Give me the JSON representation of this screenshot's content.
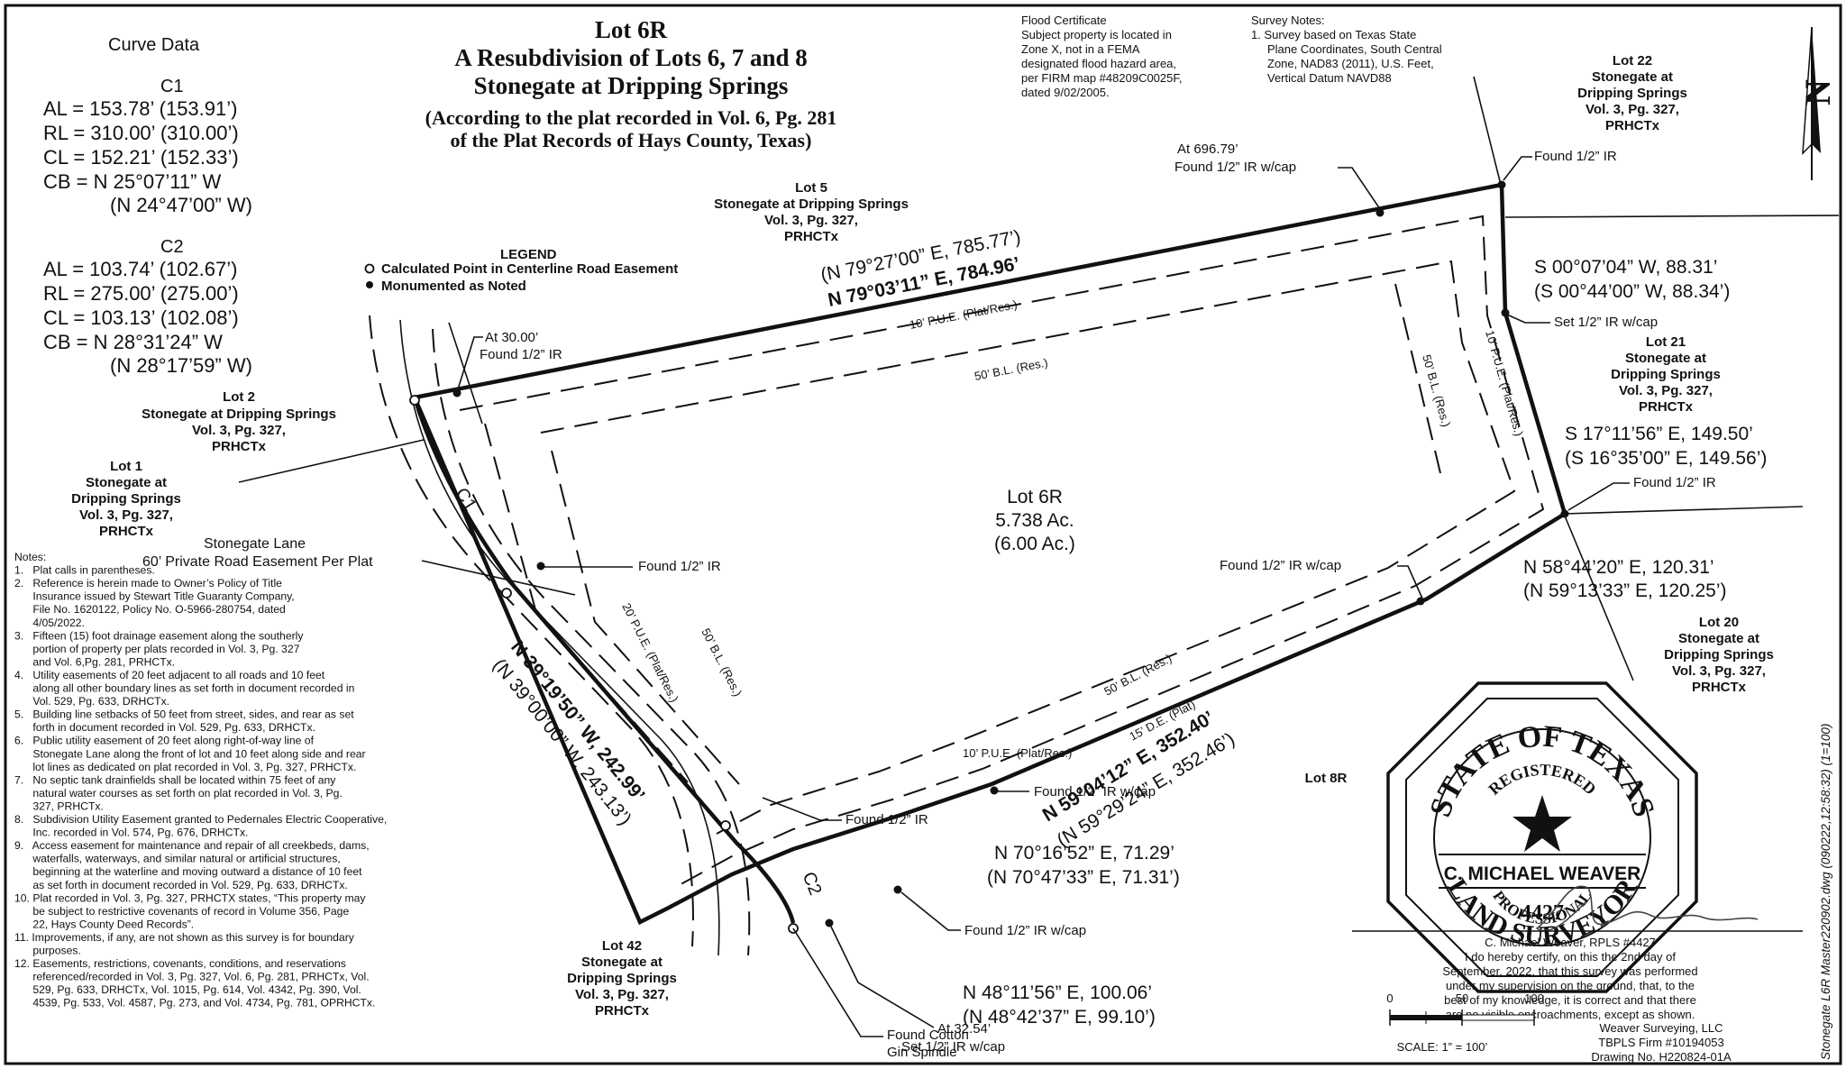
{
  "title": {
    "line1": "Lot 6R",
    "line2": "A Resubdivision of Lots 6, 7 and 8",
    "line3": "Stonegate at Dripping Springs",
    "line4": "(According to the plat recorded in Vol. 6, Pg. 281",
    "line5": "of the Plat Records of Hays County, Texas)"
  },
  "curve_data": {
    "heading": "Curve Data",
    "c1": {
      "name": "C1",
      "al": "AL = 153.78’ (153.91’)",
      "rl": "RL = 310.00’ (310.00’)",
      "cl": "CL = 152.21’ (152.33’)",
      "cb": "CB = N 25°07’11” W",
      "cb_plat": "(N 24°47’00” W)"
    },
    "c2": {
      "name": "C2",
      "al": "AL = 103.74’ (102.67’)",
      "rl": "RL = 275.00’ (275.00’)",
      "cl": "CL = 103.13’ (102.08’)",
      "cb": "CB = N 28°31’24” W",
      "cb_plat": "(N 28°17’59” W)"
    }
  },
  "legend": {
    "heading": "LEGEND",
    "calculated": "Calculated Point in Centerline Road Easement",
    "monumented": "Monumented as Noted"
  },
  "flood": {
    "l1": "Flood Certificate",
    "l2": "Subject property is located in",
    "l3": "Zone X, not in a FEMA",
    "l4": "designated flood hazard area,",
    "l5": "per FIRM map #48209C0025F,",
    "l6": "dated 9/02/2005."
  },
  "survey_notes": {
    "l1": "Survey Notes:",
    "l2": "1. Survey based on Texas State",
    "l3": "Plane Coordinates, South Central",
    "l4": "Zone, NAD83 (2011), U.S. Feet,",
    "l5": "Vertical Datum NAVD88"
  },
  "lots": {
    "lot22": [
      "Lot 22",
      "Stonegate at",
      "Dripping Springs",
      "Vol. 3, Pg. 327,",
      "PRHCTx"
    ],
    "lot21": [
      "Lot 21",
      "Stonegate at",
      "Dripping Springs",
      "Vol. 3, Pg. 327,",
      "PRHCTx"
    ],
    "lot20": [
      "Lot 20",
      "Stonegate at",
      "Dripping Springs",
      "Vol. 3, Pg. 327,",
      "PRHCTx"
    ],
    "lot5": [
      "Lot 5",
      "Stonegate at Dripping Springs",
      "Vol. 3, Pg. 327,",
      "PRHCTx"
    ],
    "lot2": [
      "Lot 2",
      "Stonegate at Dripping Springs",
      "Vol. 3, Pg. 327,",
      "PRHCTx"
    ],
    "lot1": [
      "Lot 1",
      "Stonegate at",
      "Dripping Springs",
      "Vol. 3, Pg. 327,",
      "PRHCTx"
    ],
    "lot42": [
      "Lot 42",
      "Stonegate at",
      "Dripping Springs",
      "Vol. 3, Pg. 327,",
      "PRHCTx"
    ],
    "lot8r": "Lot 8R",
    "lot6r": [
      "Lot 6R",
      "5.738 Ac.",
      "(6.00 Ac.)"
    ]
  },
  "road": {
    "name": "Stonegate Lane",
    "easement": "60’ Private Road Easement Per Plat"
  },
  "bearings": {
    "north": "N 79°03’11” E,   784.96’",
    "north_plat": "(N 79°27’00” E,   785.77’)",
    "east1": "S 00°07’04” W,   88.31’",
    "east1_plat": "(S 00°44’00” W,   88.34’)",
    "east2": "S 17°11’56” E,   149.50’",
    "east2_plat": "(S 16°35’00” E,   149.56’)",
    "se1": "N 58°44’20” E,   120.31’",
    "se1_plat": "(N 59°13’33” E,   120.25’)",
    "south": "N 59°04’12” E,   352.40’",
    "south_plat": "(N 59°29’24” E,   352.46’)",
    "sw1": "N 70°16’52” E,   71.29’",
    "sw1_plat": "(N 70°47’33” E,   71.31’)",
    "sw2": "N 48°11’56” E,   100.06’",
    "sw2_plat": "(N 48°42’37” E,   99.10’)",
    "west": "N 39°19’50” W,   242.99’",
    "west_plat": "(N 39°00’00” W,   243.13’)"
  },
  "easements": {
    "pue_top": "10’ P.U.E. (Plat/Res.)",
    "bl_top": "50’ B.L. (Res.)",
    "bl_east": "50’ B.L. (Res.)",
    "pue_east": "10’ P.U.E. (Plat/Res.)",
    "pue_west": "20’ P.U.E. (Plat/Res.)",
    "bl_west": "50’ B.L. (Res.)",
    "bl_south": "50’ B.L. (Res.)",
    "de_south": "15’ D.E. (Plat)",
    "pue_south": "10’ P.U.E. (Plat/Res.)"
  },
  "monuments": {
    "at696": "At 696.79’",
    "found_cap_top": "Found 1/2” IR w/cap",
    "found_ne": "Found 1/2” IR",
    "set_cap_e": "Set 1/2” IR w/cap",
    "found_e": "Found 1/2” IR",
    "found_cap_se": "Found 1/2” IR w/cap",
    "at30": "At 30.00’",
    "found_nw": "Found 1/2” IR",
    "found_w1": "Found 1/2” IR",
    "found_w2": "Found 1/2” IR",
    "found_cap_s1": "Found 1/2” IR w/cap",
    "found_cap_s2": "Found 1/2” IR w/cap",
    "at32": "At 32.54’",
    "set_cap_sw": "Set 1/2” IR w/cap",
    "cotton1": "Found Cotton",
    "cotton2": "Gin Spindle"
  },
  "curves": {
    "c1": "C1",
    "c2": "C2"
  },
  "notes": [
    "Notes:",
    "1.   Plat calls in parentheses.",
    "2.   Reference is herein made to Owner’s Policy of Title",
    "      Insurance issued by Stewart Title Guaranty Company,",
    "      File No. 1620122, Policy No. O-5966-280754, dated",
    "      4/05/2022.",
    "3.   Fifteen (15) foot drainage easement along the southerly",
    "      portion of property per plats recorded in Vol. 3, Pg. 327",
    "      and Vol. 6,Pg. 281, PRHCTx.",
    "4.   Utility easements of 20 feet adjacent to all roads and 10 feet",
    "      along all other boundary lines as set forth in document recorded in",
    "      Vol. 529, Pg. 633, DRHCTx.",
    "5.   Building line setbacks of 50 feet from street, sides, and rear as set",
    "      forth in document recorded in Vol. 529, Pg. 633, DRHCTx.",
    "6.   Public utility easement of 20 feet along right-of-way line of",
    "      Stonegate Lane along the front of lot and 10 feet along side and rear",
    "      lot lines as dedicated on plat recorded in Vol. 3, Pg. 327, PRHCTx.",
    "7.   No septic tank drainfields shall be located within 75 feet of any",
    "      natural water courses as set forth on plat recorded in Vol. 3, Pg.",
    "      327, PRHCTx.",
    "8.   Subdivision Utility Easement granted to Pedernales Electric Cooperative,",
    "      Inc. recorded in Vol. 574, Pg. 676, DRHCTx.",
    "9.   Access easement for maintenance and repair of all creekbeds, dams,",
    "      waterfalls, waterways, and similar natural or artificial structures,",
    "      beginning at the waterline and moving outward a distance of 10 feet",
    "      as set forth in document recorded in Vol. 529, Pg. 633, DRHCTx.",
    "10. Plat recorded in Vol. 3, Pg. 327, PRHCTX states, “This property may",
    "      be subject to restrictive covenants of record in Volume 356, Page",
    "      22, Hays County Deed Records”.",
    "11. Improvements, if any, are not shown as this survey is for boundary",
    "      purposes.",
    "12. Easements, restrictions, covenants, conditions, and reservations",
    "      referenced/recorded in Vol. 3, Pg. 327, Vol. 6, Pg. 281, PRHCTx, Vol.",
    "      529, Pg. 633, DRHCTx, Vol. 1015, Pg. 614, Vol. 4342, Pg. 390, Vol.",
    "      4539, Pg. 533, Vol. 4587, Pg. 273, and Vol. 4734, Pg. 781, OPRHCTx."
  ],
  "seal": {
    "top": "STATE OF TEXAS",
    "registered": "REGISTERED",
    "name": "C. MICHAEL WEAVER",
    "number": "4427",
    "professional": "PROFESSIONAL",
    "bottom": "LAND SURVEYOR"
  },
  "certification": [
    "C. Michael Weaver, RPLS #4427",
    "I do hereby certify, on this the 2nd day of",
    "September, 2022, that this survey was performed",
    "under my supervision on the ground, that, to the",
    "best of my knowledge, it is correct and that there",
    "are no visible encroachments, except as shown."
  ],
  "firm": {
    "l1": "Weaver Surveying, LLC",
    "l2": "TBPLS Firm #10194053",
    "l3": "Drawing No. H220824-01A"
  },
  "scale": {
    "t0": "0",
    "t50": "50",
    "t100": "100",
    "label": "SCALE: 1” = 100’"
  },
  "file_ref": "Stonegate L6R Master220902.dwg (090222,12:58:32) (1=100)"
}
